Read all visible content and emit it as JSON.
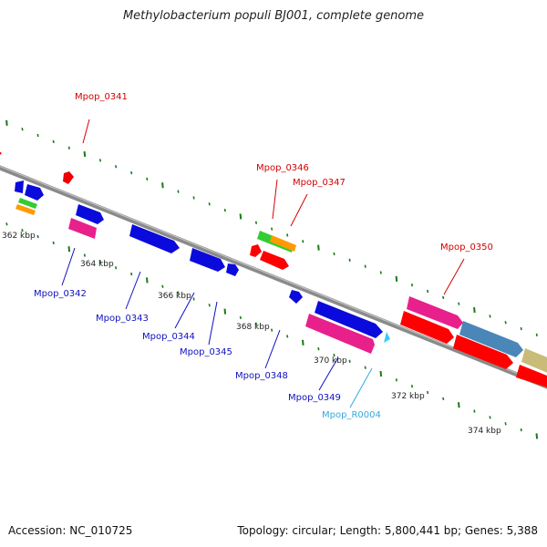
{
  "title": "Methylobacterium populi BJ001, complete genome",
  "footer": {
    "accession": "Accession: NC_010725",
    "stats": "Topology: circular; Length: 5,800,441 bp; Genes: 5,388"
  },
  "colors": {
    "backbone": "#8a8a8a",
    "tick": "#1a7a1a",
    "label_red": "#d40000",
    "label_blue": "#1010c0",
    "label_cyan": "#33aadd",
    "red": "#ff0000",
    "blue": "#0a0adc",
    "magenta": "#e8208c",
    "green": "#33cc33",
    "orange": "#ff9a00",
    "steelblue": "#4a86b8",
    "khaki": "#c8bc78",
    "cyan": "#33ccff"
  },
  "kbp_labels": [
    "362 kbp",
    "364 kbp",
    "366 kbp",
    "368 kbp",
    "370 kbp",
    "372 kbp",
    "374 kbp"
  ],
  "gene_labels": {
    "mpop_0341": "Mpop_0341",
    "mpop_0342": "Mpop_0342",
    "mpop_0343": "Mpop_0343",
    "mpop_0344": "Mpop_0344",
    "mpop_0345": "Mpop_0345",
    "mpop_0346": "Mpop_0346",
    "mpop_0347": "Mpop_0347",
    "mpop_0348": "Mpop_0348",
    "mpop_0349": "Mpop_0349",
    "mpop_0350": "Mpop_0350",
    "mpop_r0004": "Mpop_R0004"
  }
}
